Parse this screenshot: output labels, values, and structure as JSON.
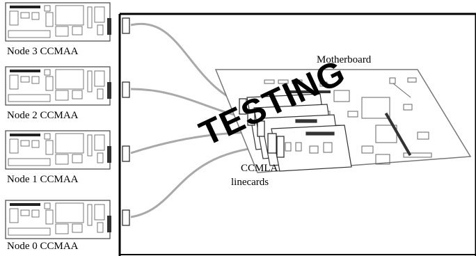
{
  "nodes": [
    {
      "label": "Node 3 CCMAA"
    },
    {
      "label": "Node 2 CCMAA"
    },
    {
      "label": "Node 1 CCMAA"
    },
    {
      "label": "Node 0 CCMAA"
    }
  ],
  "motherboard_label": "Motherboard",
  "linecards_label_line1": "CCMLA",
  "linecards_label_line2": "linecards",
  "watermark": "TESTING",
  "colors": {
    "cable": "#a8a8a8",
    "line": "#000000",
    "board_outline": "#555555"
  }
}
